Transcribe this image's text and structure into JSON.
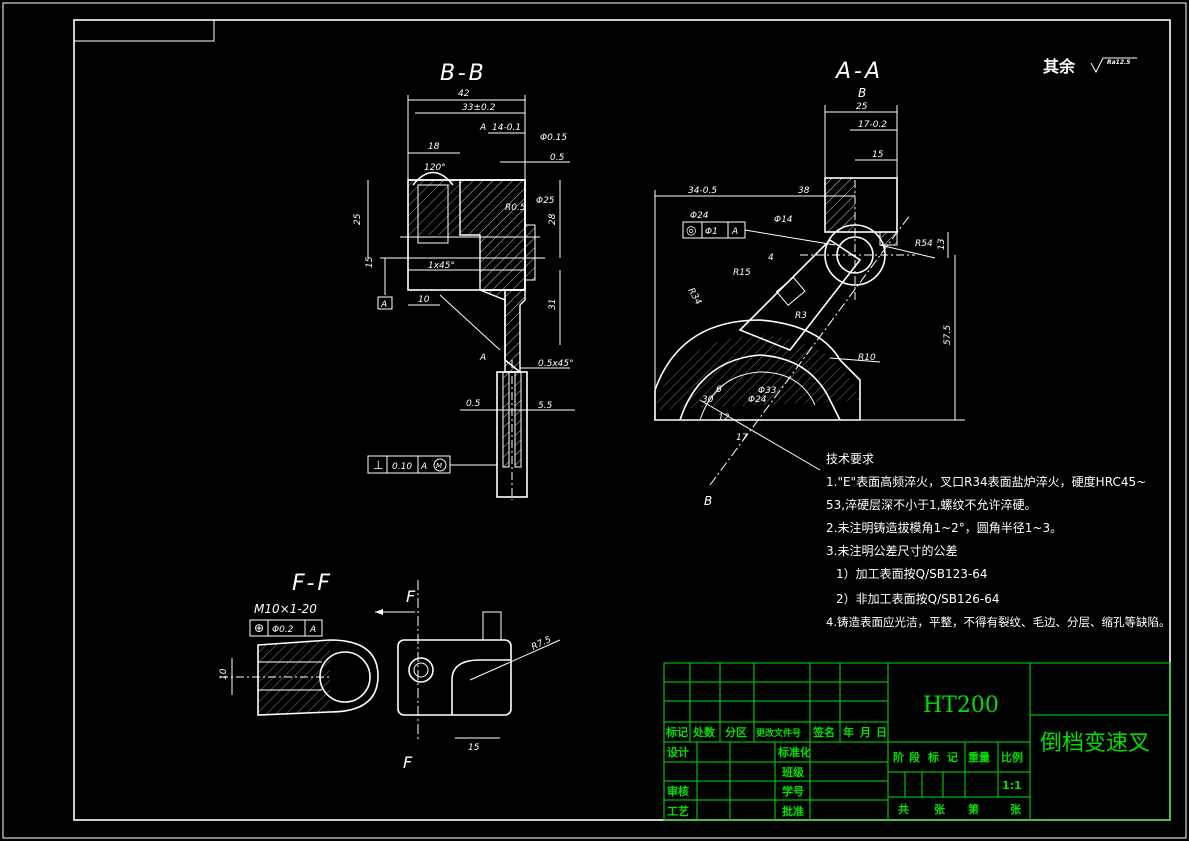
{
  "surface_note": "其余",
  "surface_roughness": "Ra12.5",
  "views": {
    "bb": {
      "title": "B-B",
      "dims": [
        "42",
        "33±0.2",
        "14-0.1",
        "18",
        "120°",
        "0.5",
        "25",
        "28",
        "31",
        "10",
        "0.5x45°",
        "0.5",
        "5.5",
        "1x45°",
        "R0.5",
        "A",
        "A",
        "Φ0.15",
        "Φ25",
        "15"
      ],
      "datum": "A",
      "tolerance": {
        "symbol": "⊥",
        "value": "0.10",
        "datum": "A",
        "modifier": "M"
      }
    },
    "aa": {
      "title": "A-A",
      "dims": [
        "25",
        "17-0.2",
        "15",
        "34-0.5",
        "38",
        "Φ24",
        "Φ14",
        "R54",
        "R15",
        "R34",
        "R3",
        "R10",
        "13",
        "57.5",
        "30",
        "6",
        "Φ24",
        "Φ33",
        "17",
        "12",
        "4"
      ],
      "section_labels": [
        "B",
        "B"
      ],
      "tolerance": {
        "symbol": "◎",
        "value": "Φ1",
        "datum": "A"
      }
    },
    "ff": {
      "title": "F-F",
      "thread": "M10×1-20",
      "tolerance": {
        "symbol": "⊕",
        "value": "Φ0.2",
        "datum": "A"
      },
      "dims": [
        "10",
        "R7.5",
        "15"
      ],
      "section_labels": [
        "F",
        "F"
      ]
    }
  },
  "tech_requirements": {
    "title": "技术要求",
    "items": [
      "1.\"E\"表面高频淬火，叉口R34表面盐炉淬火，硬度HRC45~",
      "53,淬硬层深不小于1,螺纹不允许淬硬。",
      "2.未注明铸造拔模角1~2°，圆角半径1~3。",
      "3.未注明公差尺寸的公差",
      "1）加工表面按Q/SB123-64",
      "2）非加工表面按Q/SB126-64",
      "4.铸造表面应光洁，平整，不得有裂纹、毛边、分层、缩孔等缺陷。"
    ]
  },
  "title_block": {
    "material": "HT200",
    "part_name": "倒档变速叉",
    "header_cells": [
      "标记",
      "处数",
      "分区",
      "更改文件号",
      "签名",
      "年",
      "月",
      "日"
    ],
    "left_rows": [
      "设计",
      "审核",
      "工艺"
    ],
    "mid_rows": [
      "标准化",
      "班级",
      "学号",
      "批准"
    ],
    "stage_labels": [
      "阶",
      "段",
      "标",
      "记",
      "重量",
      "比例"
    ],
    "scale": "1:1",
    "sheet_labels": [
      "共",
      "张",
      "第",
      "张"
    ]
  }
}
